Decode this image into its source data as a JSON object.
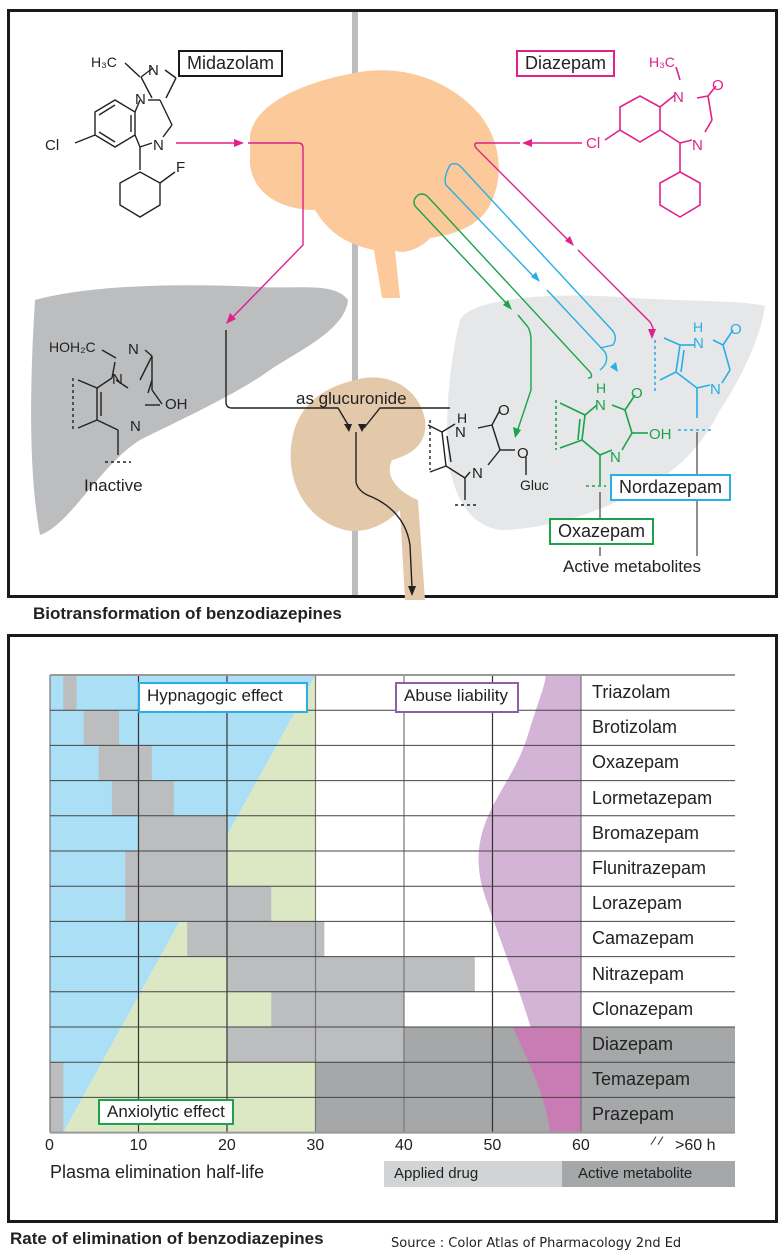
{
  "top_panel": {
    "caption": "Biotransformation of benzodiazepines",
    "labels": {
      "midazolam": "Midazolam",
      "diazepam": "Diazepam",
      "inactive": "Inactive",
      "as_glucuronide": "as glucuronide",
      "gluc": "Gluc",
      "oxazepam": "Oxazepam",
      "nordazepam": "Nordazepam",
      "active_metabolites": "Active metabolites"
    },
    "atoms": {
      "h3c": "H₃C",
      "n": "N",
      "cl": "Cl",
      "f": "F",
      "o": "O",
      "h": "H",
      "oh": "OH",
      "hoh2c": "HOH₂C"
    },
    "colors": {
      "midazolam": "#e0218a",
      "diazepam": "#e0218a",
      "nordazepam": "#29aee6",
      "oxazepam": "#1aa34a",
      "brain": "#fbc99a",
      "liver_left": "#bcbdbf",
      "liver_right": "#e6e7e8",
      "kidney": "#e4c8aa"
    }
  },
  "bottom_panel": {
    "caption": "Rate of elimination of benzodiazepines",
    "source": "Source : Color Atlas of Pharmacology 2nd Ed"
  },
  "chart_data": {
    "type": "bar",
    "title": "Rate of elimination of benzodiazepines",
    "xlabel": "Plasma elimination half-life",
    "ylabel": "",
    "xlim": [
      0,
      60
    ],
    "x_ticks": [
      "0",
      "10",
      "20",
      "30",
      "40",
      "50",
      "60",
      ">60 h"
    ],
    "grid": true,
    "orientation": "horizontal",
    "categories": [
      "Triazolam",
      "Brotizolam",
      "Oxazepam",
      "Lormetazepam",
      "Bromazepam",
      "Flunitrazepam",
      "Lorazepam",
      "Camazepam",
      "Nitrazepam",
      "Clonazepam",
      "Diazepam",
      "Temazepam",
      "Prazepam"
    ],
    "series": [
      {
        "name": "Applied drug",
        "color": "#bcbdbf",
        "ranges": [
          [
            1.5,
            3
          ],
          [
            3.8,
            7.8
          ],
          [
            5.5,
            11.5
          ],
          [
            7,
            14
          ],
          [
            10,
            20
          ],
          [
            8.5,
            20
          ],
          [
            8.5,
            25
          ],
          [
            15.5,
            31
          ],
          [
            20,
            48
          ],
          [
            25,
            40
          ],
          [
            20,
            40
          ],
          [
            0,
            1.5
          ],
          [
            0,
            1.5
          ]
        ]
      },
      {
        "name": "Active metabolite",
        "color": "#a5a7a9",
        "ranges": [
          null,
          null,
          null,
          null,
          null,
          null,
          null,
          null,
          null,
          null,
          [
            40,
            66
          ],
          [
            30,
            66
          ],
          [
            30,
            66
          ]
        ]
      }
    ],
    "regions": [
      {
        "name": "Hypnagogic effect",
        "color": "#aadff6"
      },
      {
        "name": "Anxiolytic effect",
        "color": "#dce8c3"
      },
      {
        "name": "Abuse liability",
        "color": "#d4b4d6"
      }
    ],
    "legend": [
      "Applied drug",
      "Active metabolite"
    ],
    "legend_placement": "bottom-right"
  }
}
